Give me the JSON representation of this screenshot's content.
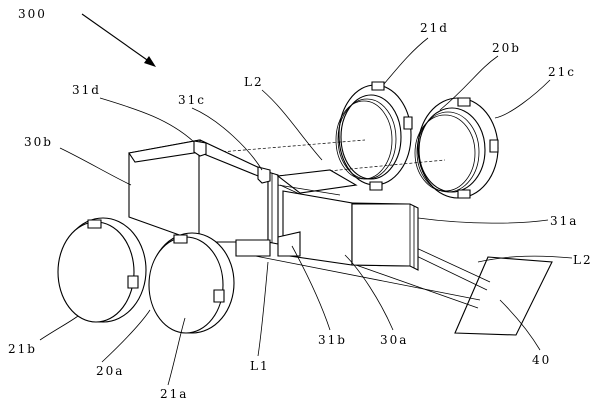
{
  "figure": {
    "ref_main": "300",
    "labels": {
      "l_21d": "21d",
      "l_20b": "20b",
      "l_21c_top": "21c",
      "l_31d": "31d",
      "l_31c": "31c",
      "l_L2_top": "L2",
      "l_30b": "30b",
      "l_31a": "31a",
      "l_L2_right": "L2",
      "l_21b": "21b",
      "l_20a": "20a",
      "l_21a": "21a",
      "l_L1": "L1",
      "l_31b": "31b",
      "l_30a": "30a",
      "l_40": "40"
    }
  }
}
